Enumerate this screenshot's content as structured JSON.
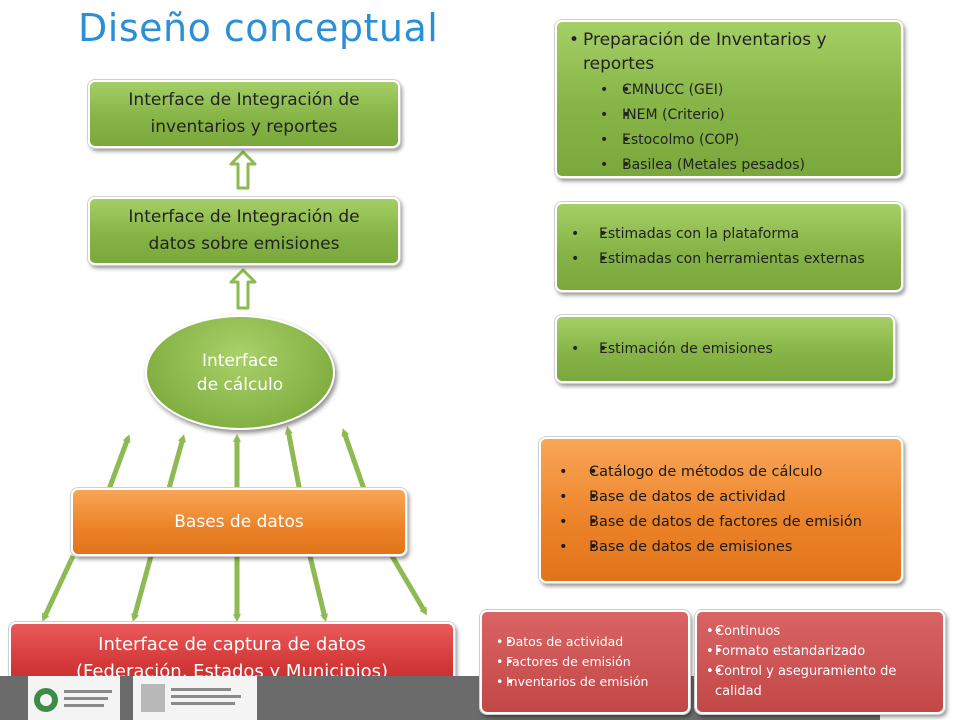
{
  "title": "Diseño conceptual",
  "left_column": {
    "integracion_inventarios": "Interface de Integración de inventarios y reportes",
    "integracion_emisiones": "Interface de Integración de datos sobre emisiones",
    "calculo": "Interface de cálculo",
    "bases": "Bases de datos",
    "captura_line1": "Interface de captura de datos",
    "captura_line2": "(Federación, Estados y Municipios)"
  },
  "right_column": {
    "preparacion": {
      "heading": "Preparación de Inventarios y reportes",
      "items": [
        "CMNUCC (GEI)",
        "INEM (Criterio)",
        "Estocolmo (COP)",
        "Basilea (Metales pesados)"
      ]
    },
    "estimadas": {
      "items": [
        "Estimadas con la plataforma",
        "Estimadas con herramientas externas"
      ]
    },
    "estimacion": {
      "items": [
        "Estimación de emisiones"
      ]
    },
    "catalogo": {
      "items": [
        "Catálogo de métodos de cálculo",
        "Base de datos de actividad",
        "Base de datos de factores de emisión",
        "Base de datos de emisiones"
      ]
    },
    "datos": {
      "items": [
        "Datos de actividad",
        "Factores de emisión",
        "Inventarios de emisión"
      ]
    },
    "continuos": {
      "items": [
        "Continuos",
        "Formato estandarizado",
        "Control y aseguramiento de calidad"
      ]
    }
  },
  "colors": {
    "title": "#2b8fd6",
    "green": "#86b446",
    "orange": "#ec8228",
    "red": "#d33838",
    "rose": "#c24747",
    "arrow": "#8dba52"
  }
}
